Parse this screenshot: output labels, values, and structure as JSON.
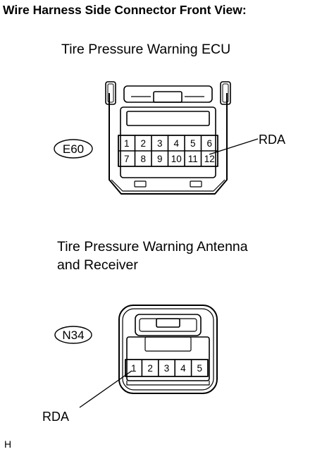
{
  "title": "Wire Harness Side Connector Front View:",
  "connectors": [
    {
      "name": "Tire Pressure Warning ECU",
      "code": "E60",
      "pins_top": [
        "1",
        "2",
        "3",
        "4",
        "5",
        "6"
      ],
      "pins_bottom": [
        "7",
        "8",
        "9",
        "10",
        "11",
        "12"
      ],
      "signal": {
        "label": "RDA",
        "pin": "12"
      }
    },
    {
      "name_line1": "Tire Pressure Warning Antenna",
      "name_line2": "and Receiver",
      "code": "N34",
      "pins": [
        "1",
        "2",
        "3",
        "4",
        "5"
      ],
      "signal": {
        "label": "RDA",
        "pin": "1"
      }
    }
  ],
  "footer": "H"
}
